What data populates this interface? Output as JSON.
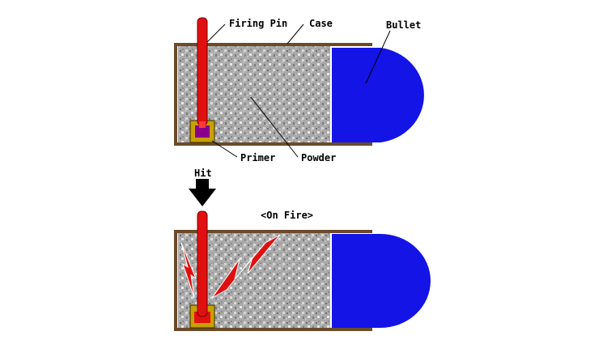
{
  "labels": {
    "firing_pin": "Firing Pin",
    "case": "Case",
    "bullet": "Bullet",
    "primer": "Primer",
    "powder": "Powder",
    "hit": "Hit",
    "on_fire": "<On Fire>"
  },
  "colors": {
    "case": "#6b4a2a",
    "bullet": "#1414e6",
    "firing_pin": "#e01010",
    "primer_cup": "#c8a000",
    "primer_charge_idle": "#8a008a",
    "primer_charge_fired": "#e01010",
    "spark": "#e01010",
    "powder": "#a9a9a9",
    "arrow": "#000000"
  },
  "icons": {
    "hit_arrow": "arrow-down-icon",
    "spark": "lightning-spark-icon"
  }
}
